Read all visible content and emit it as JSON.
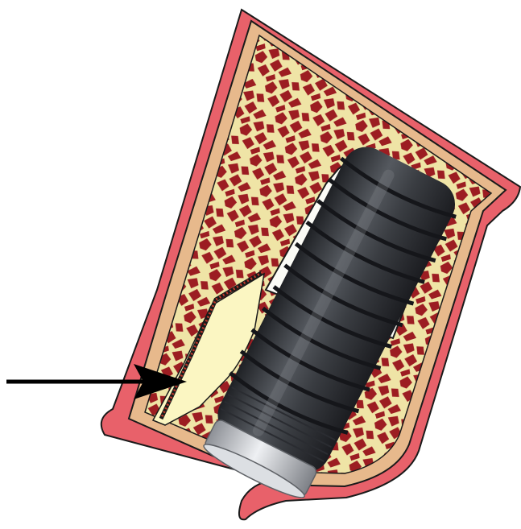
{
  "diagram": {
    "type": "dental-implant-cross-section",
    "elements": [
      "gingiva",
      "cortical-bone",
      "trabecular-bone",
      "dental-implant",
      "implant-platform",
      "bone-graft",
      "barrier-membrane",
      "pointer-arrow"
    ],
    "colors": {
      "gingiva": "#e8616a",
      "gingiva_edge": "#b8323c",
      "cortical_bone": "#e7b98c",
      "trabecular_matrix": "#efe4a6",
      "marrow_spaces": "#9c1d22",
      "implant_body": "#3a3d42",
      "implant_highlight": "#6b6f76",
      "implant_platform": "#c9ccd1",
      "graft_material": "#fbf6c2",
      "membrane": "#c0392b",
      "arrow": "#000000",
      "outline": "#1a1a1a",
      "background": "#ffffff"
    }
  }
}
